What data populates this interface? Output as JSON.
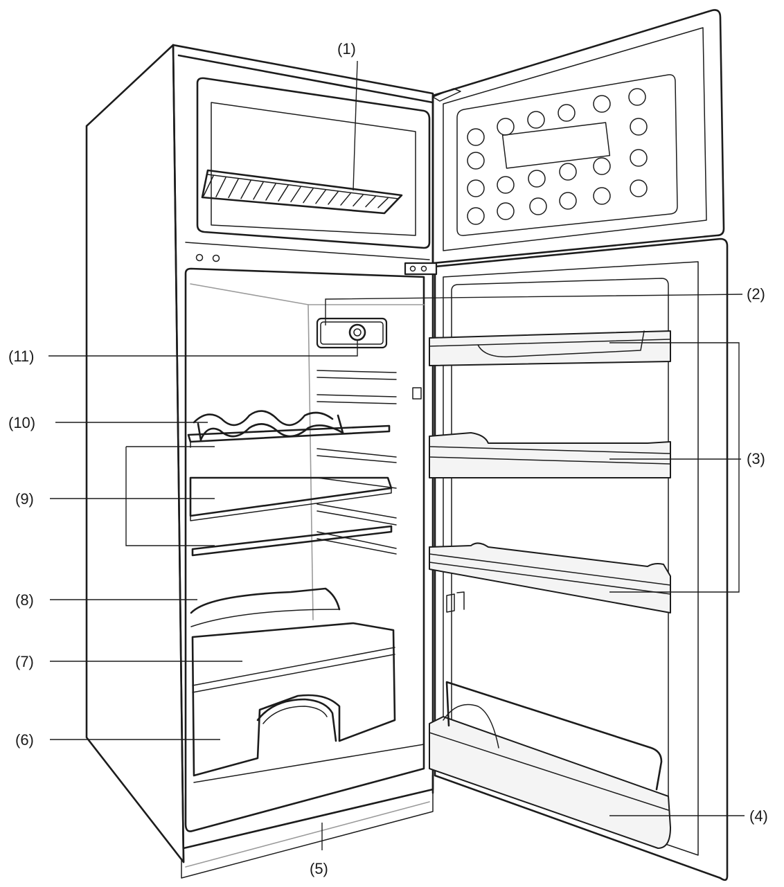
{
  "labels": {
    "l1": "(1)",
    "l2": "(2)",
    "l3": "(3)",
    "l4": "(4)",
    "l5": "(5)",
    "l6": "(6)",
    "l7": "(7)",
    "l8": "(8)",
    "l9": "(9)",
    "l10": "(10)",
    "l11": "(11)"
  }
}
